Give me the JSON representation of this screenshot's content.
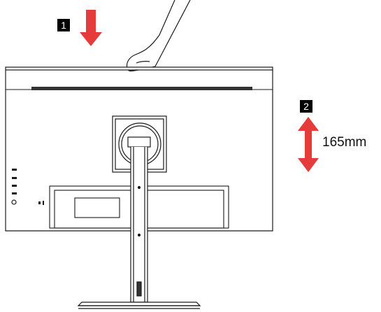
{
  "steps": [
    {
      "number": "1",
      "arrow": "down-arrow-icon"
    },
    {
      "number": "2",
      "arrow": "up-down-arrow-icon"
    }
  ],
  "measurement": {
    "label": "165mm"
  },
  "colors": {
    "arrow": "#e53b3b",
    "line": "#1a1a1a",
    "badge": "#000000"
  }
}
